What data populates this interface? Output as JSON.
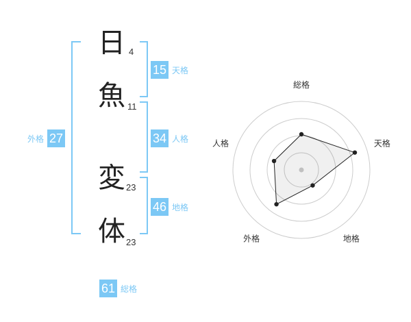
{
  "chars": [
    {
      "char": "日",
      "strokes": "4"
    },
    {
      "char": "魚",
      "strokes": "11"
    },
    {
      "char": "変",
      "strokes": "23"
    },
    {
      "char": "体",
      "strokes": "23"
    }
  ],
  "scores": {
    "tenkaku": {
      "value": "15",
      "label": "天格"
    },
    "jinkaku": {
      "value": "34",
      "label": "人格"
    },
    "chikaku": {
      "value": "46",
      "label": "地格"
    },
    "gaikaku": {
      "value": "27",
      "label": "外格"
    },
    "soukaku": {
      "value": "61",
      "label": "総格"
    }
  },
  "radar": {
    "axis_labels": [
      "総格",
      "天格",
      "地格",
      "外格",
      "人格"
    ],
    "values": [
      0.52,
      0.82,
      0.28,
      0.62,
      0.42
    ]
  },
  "colors": {
    "accent": "#7cc8f5"
  }
}
